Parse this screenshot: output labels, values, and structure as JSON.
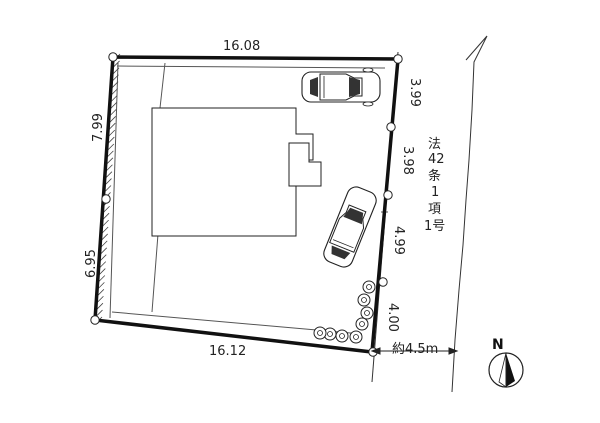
{
  "dimensions": {
    "top": "16.08",
    "bottom": "16.12",
    "left_upper": "7.99",
    "left_lower": "6.95",
    "right_1": "3.99",
    "right_2": "3.98",
    "right_3": "4.99",
    "right_4": "4.00"
  },
  "road": {
    "classification_chars": [
      "法",
      "42",
      "条",
      "1",
      "項",
      "1号"
    ],
    "width_label": "約4.5m"
  },
  "compass": {
    "north_label": "N"
  },
  "colors": {
    "line": "#222222",
    "boundary": "#111111",
    "background": "#ffffff"
  }
}
